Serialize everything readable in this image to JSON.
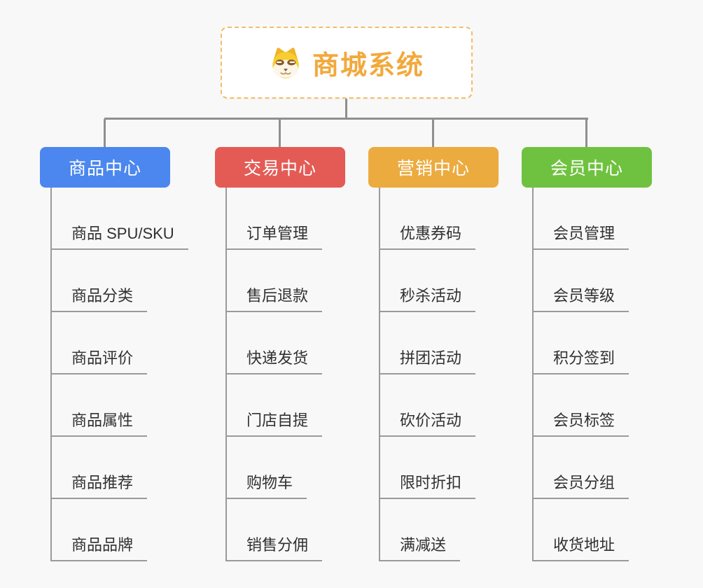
{
  "canvas": {
    "background": "#f8f8f8",
    "connector_color": "#8f8f8f"
  },
  "root": {
    "title": "商城系统",
    "text_color": "#f2a93c",
    "border_color": "#f3bd66",
    "icon": "shiba-dog-icon"
  },
  "branches": [
    {
      "label": "商品中心",
      "color": "#4b87ee",
      "items": [
        "商品 SPU/SKU",
        "商品分类",
        "商品评价",
        "商品属性",
        "商品推荐",
        "商品品牌"
      ]
    },
    {
      "label": "交易中心",
      "color": "#e45b55",
      "items": [
        "订单管理",
        "售后退款",
        "快递发货",
        "门店自提",
        "购物车",
        "销售分佣"
      ]
    },
    {
      "label": "营销中心",
      "color": "#ecab3f",
      "items": [
        "优惠券码",
        "秒杀活动",
        "拼团活动",
        "砍价活动",
        "限时折扣",
        "满减送"
      ]
    },
    {
      "label": "会员中心",
      "color": "#6fc23f",
      "items": [
        "会员管理",
        "会员等级",
        "积分签到",
        "会员标签",
        "会员分组",
        "收货地址"
      ]
    }
  ]
}
